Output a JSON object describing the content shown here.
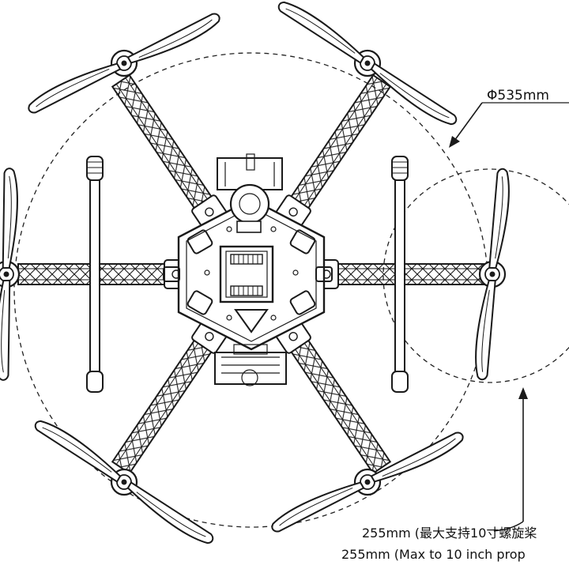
{
  "diagram": {
    "frame_diameter_label": "Φ535mm",
    "prop_label_cn": "255mm (最大支持10寸螺旋桨",
    "prop_label_en": "255mm (Max to 10 inch prop",
    "arms": 6,
    "ink_color": "#1a1a1a",
    "background": "#ffffff"
  }
}
